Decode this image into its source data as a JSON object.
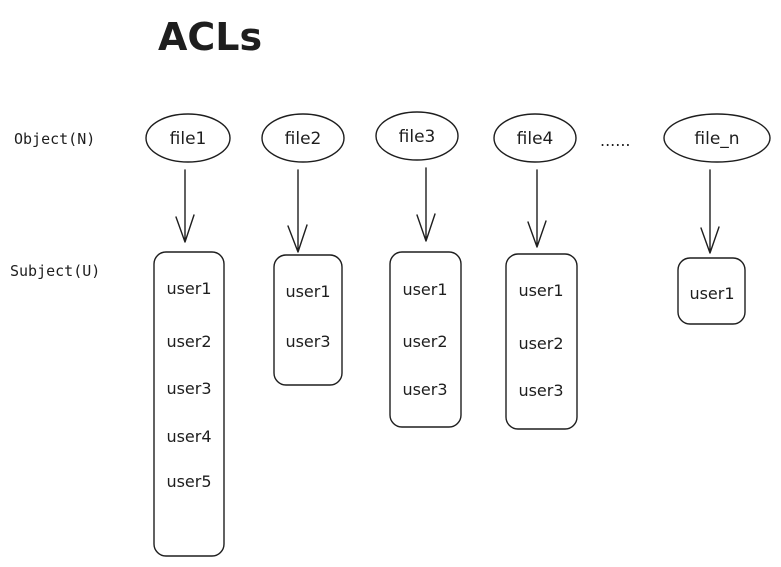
{
  "title": "ACLs",
  "object_label": "Object(N)",
  "subject_label": "Subject(U)",
  "ellipsis": "......",
  "columns": [
    {
      "file": "file1",
      "users": [
        "user1",
        "user2",
        "user3",
        "user4",
        "user5"
      ]
    },
    {
      "file": "file2",
      "users": [
        "user1",
        "user3"
      ]
    },
    {
      "file": "file3",
      "users": [
        "user1",
        "user2",
        "user3"
      ]
    },
    {
      "file": "file4",
      "users": [
        "user1",
        "user2",
        "user3"
      ]
    },
    {
      "file": "file_n",
      "users": [
        "user1"
      ]
    }
  ]
}
